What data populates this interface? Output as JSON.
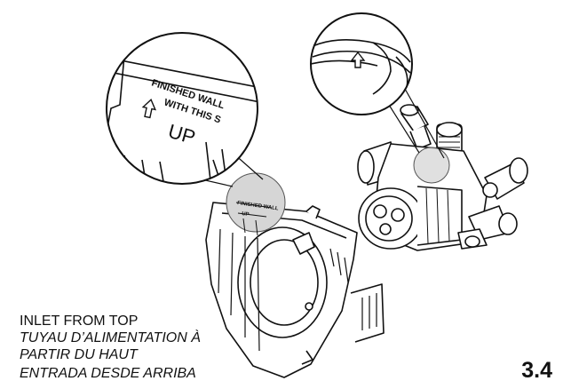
{
  "caption": {
    "english": "INLET FROM TOP",
    "french_line1": "TUYAU D’ALIMENTATION À",
    "french_line2": "PARTIR DU HAUT",
    "spanish": "ENTRADA DESDE ARRIBA"
  },
  "step_number": "3.4",
  "callout_text": {
    "line1": "FINISHED WALL",
    "line2": "WITH THIS S",
    "up": "UP"
  },
  "colors": {
    "ink": "#111111",
    "highlight_gray": "#d6d6d6"
  },
  "icons": [
    "up-arrow-icon"
  ]
}
